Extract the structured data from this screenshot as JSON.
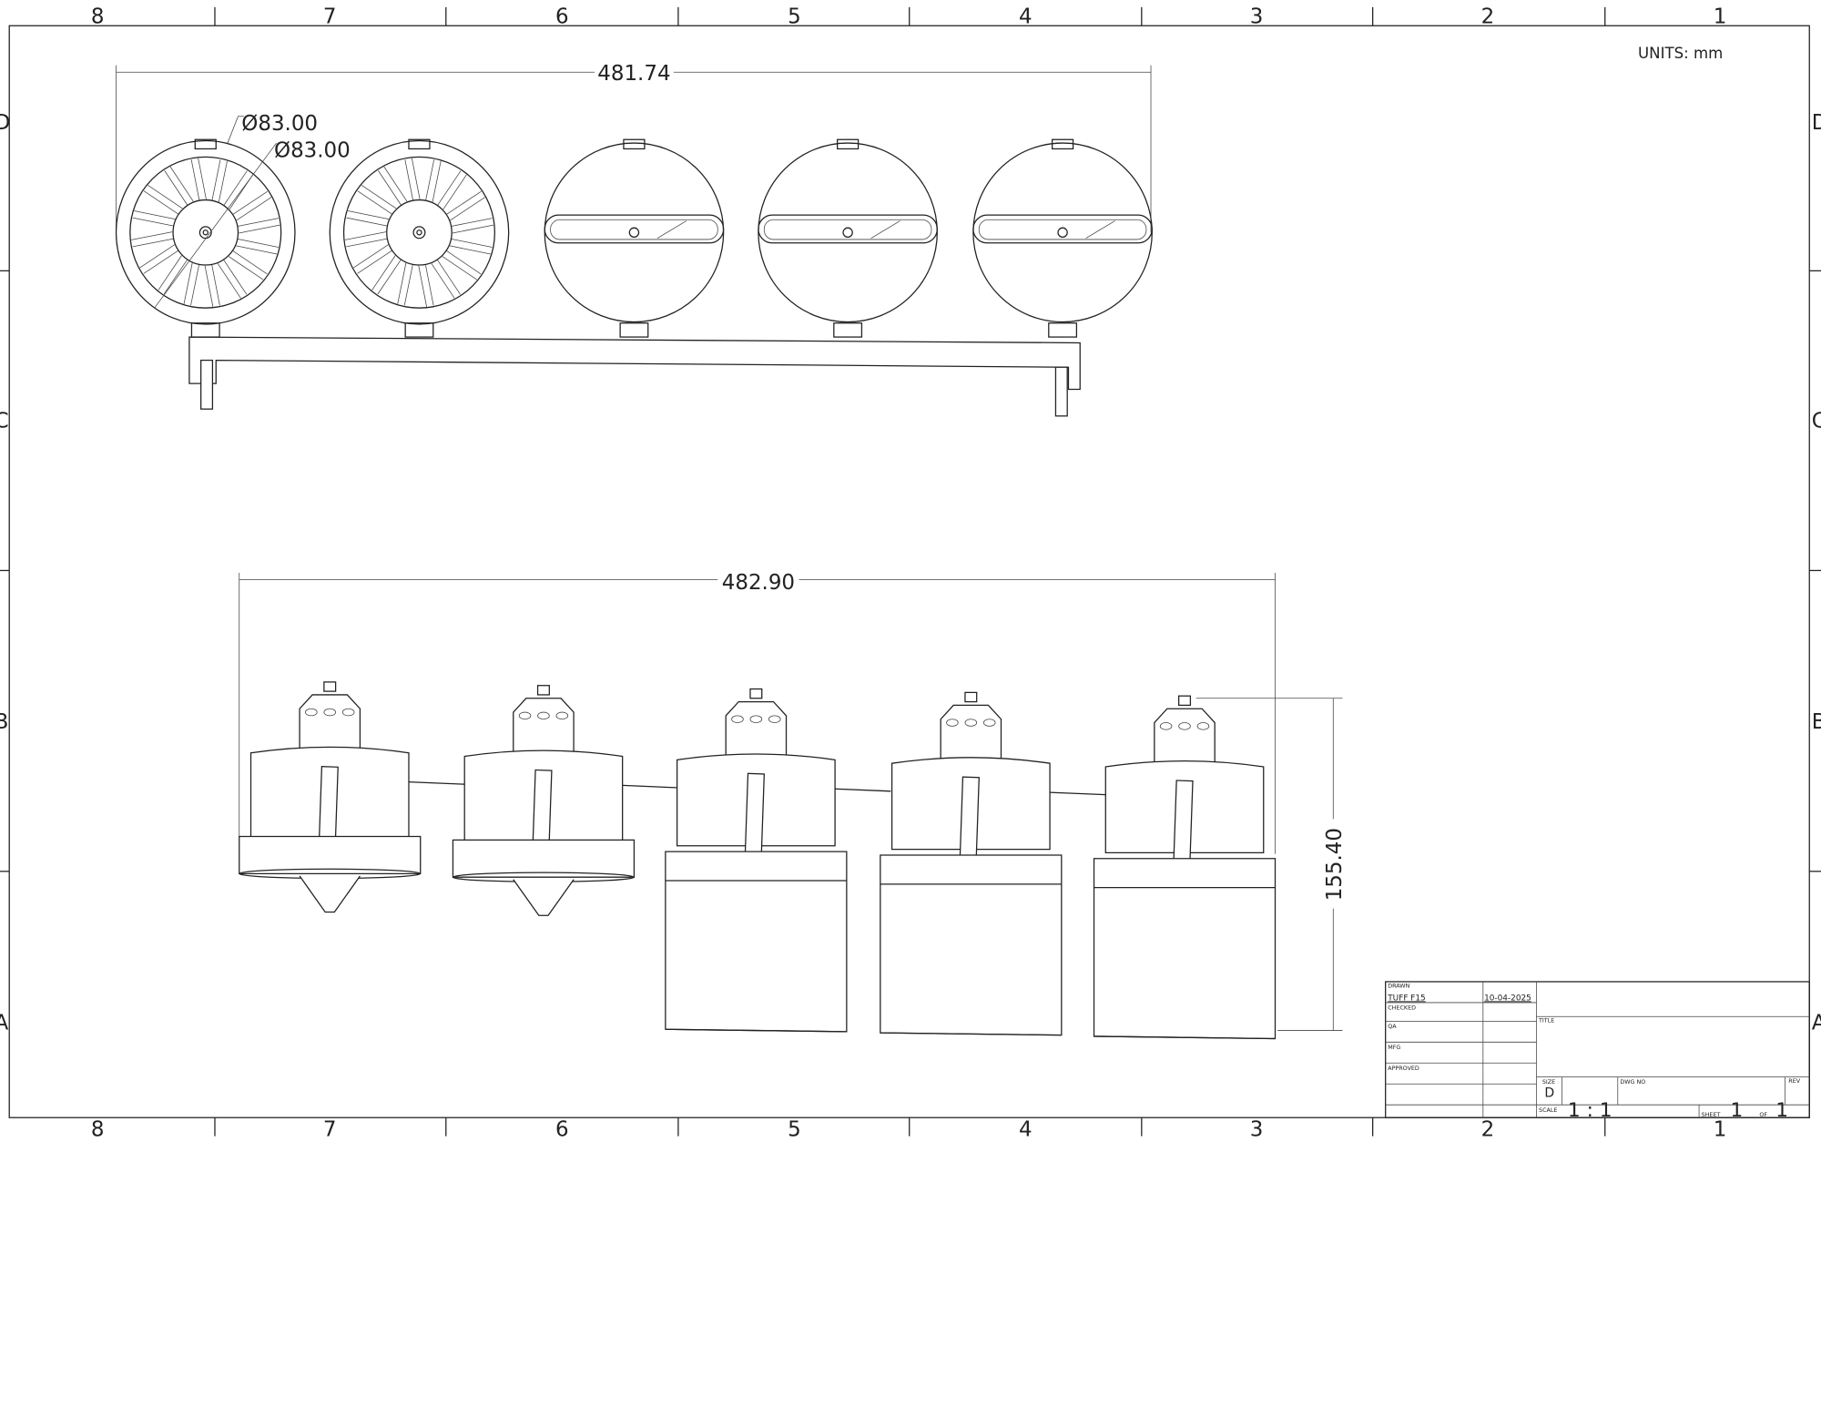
{
  "sheet": {
    "column_labels": [
      "8",
      "7",
      "6",
      "5",
      "4",
      "3",
      "2",
      "1"
    ],
    "row_labels": [
      "D",
      "C",
      "B",
      "A"
    ],
    "units_note": "UNITS: mm"
  },
  "top_view": {
    "width_dimension": "481.74",
    "diameter_dimension_1": "Ø83.00",
    "diameter_dimension_2": "Ø83.00"
  },
  "front_view": {
    "width_dimension": "482.90",
    "height_dimension": "155.40"
  },
  "title_block": {
    "drawn_label": "DRAWN",
    "drawn_by": "TUFF F15",
    "drawn_date": "10-04-2025",
    "checked_label": "CHECKED",
    "qa_label": "QA",
    "mfg_label": "MFG",
    "approved_label": "APPROVED",
    "title_label": "TITLE",
    "size_label": "SIZE",
    "size_value": "D",
    "dwg_no_label": "DWG NO",
    "rev_label": "REV",
    "scale_label": "SCALE",
    "scale_value": "1 : 1",
    "sheet_label": "SHEET",
    "sheet_value": "1",
    "of_label": "OF",
    "of_value": "1"
  }
}
